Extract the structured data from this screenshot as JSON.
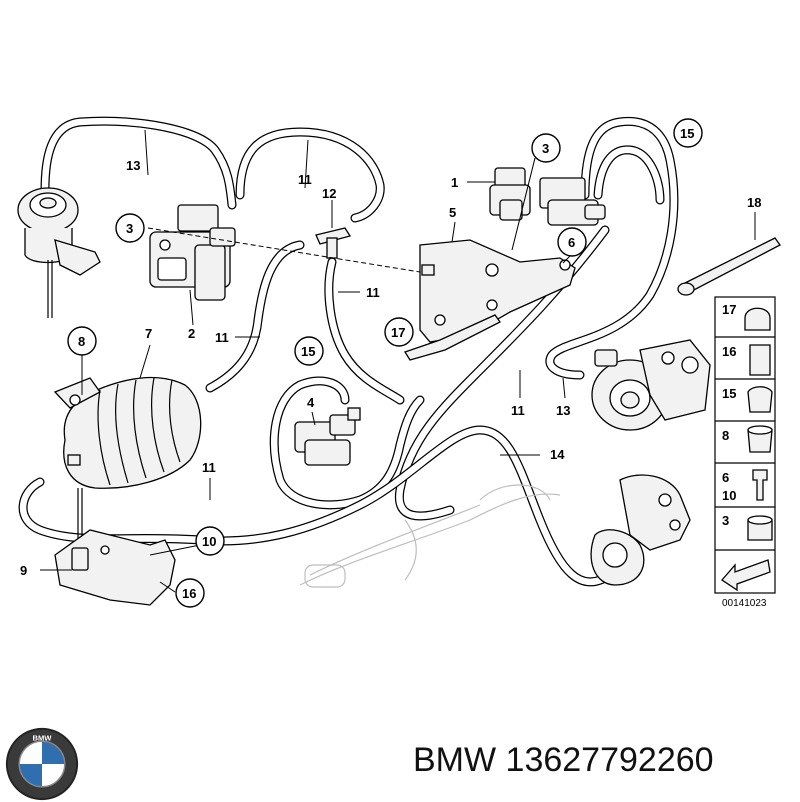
{
  "diagram": {
    "callouts": {
      "c13a": "13",
      "c11a": "11",
      "c12": "12",
      "c3a": "3",
      "c2": "2",
      "c11b": "11",
      "c11c": "11",
      "c3b": "3",
      "c1": "1",
      "c5": "5",
      "c6": "6",
      "c17": "17",
      "c15a": "15",
      "c18": "18",
      "c8": "8",
      "c7": "7",
      "c11d": "11",
      "c15b": "15",
      "c4": "4",
      "c11e": "11",
      "c13b": "13",
      "c14": "14",
      "c9": "9",
      "c10": "10",
      "c16": "16"
    },
    "legend": [
      {
        "label": "17"
      },
      {
        "label": "16"
      },
      {
        "label": "15"
      },
      {
        "label": "8"
      },
      {
        "label": "6\n10"
      },
      {
        "label": "3"
      },
      {
        "label": ""
      }
    ],
    "reference_number": "00141023"
  },
  "brand": {
    "name": "BMW",
    "part_number": "13627792260",
    "logo_text": "BMW"
  }
}
